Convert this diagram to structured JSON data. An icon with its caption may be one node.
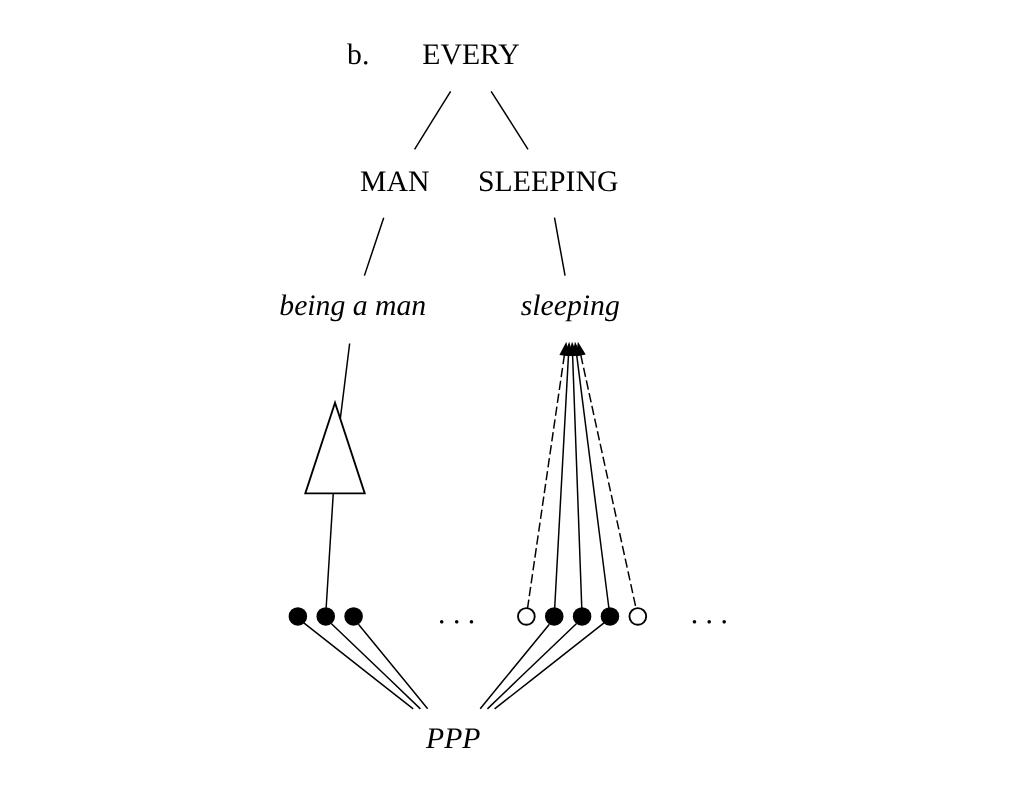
{
  "diagram": {
    "nodes": [
      {
        "text": [
          "EVERY"
        ]
      },
      {
        "text": [
          "MAN"
        ]
      },
      {
        "text": [
          "SLEEPING"
        ]
      },
      {
        "text": [
          "being a man"
        ]
      },
      {
        "text": [
          "sleeping"
        ]
      },
      {
        "text": [],
        "shape": "triangle"
      },
      {
        "text": [],
        "shape": "dot"
      },
      {
        "text": [],
        "shape": "dot"
      },
      {
        "text": [],
        "shape": "dot"
      },
      {
        "text": [],
        "shape": "circle"
      },
      {
        "text": [],
        "shape": "dot"
      },
      {
        "text": [],
        "shape": "dot"
      },
      {
        "text": [],
        "shape": "dot"
      },
      {
        "text": [],
        "shape": "circle"
      },
      {
        "text": [
          "PPP"
        ]
      }
    ],
    "edges": [
      {
        "from": 0,
        "to": 1,
        "arrow": "none"
      },
      {
        "from": 0,
        "to": 2,
        "arrow": "none"
      },
      {
        "from": 1,
        "to": 3,
        "arrow": "none"
      },
      {
        "from": 2,
        "to": 4,
        "arrow": "none"
      },
      {
        "from": 3,
        "to": 5,
        "arrow": "none"
      },
      {
        "from": 5,
        "to": 7,
        "arrow": "none"
      },
      {
        "from": 9,
        "to": 4,
        "arrow": "to",
        "style": "dashed"
      },
      {
        "from": 10,
        "to": 4,
        "arrow": "to"
      },
      {
        "from": 11,
        "to": 4,
        "arrow": "to"
      },
      {
        "from": 12,
        "to": 4,
        "arrow": "to"
      },
      {
        "from": 13,
        "to": 4,
        "arrow": "to",
        "style": "dashed"
      },
      {
        "from": 6,
        "to": 14,
        "arrow": "none"
      },
      {
        "from": 7,
        "to": 14,
        "arrow": "none"
      },
      {
        "from": 8,
        "to": 14,
        "arrow": "none"
      },
      {
        "from": 10,
        "to": 14,
        "arrow": "none"
      },
      {
        "from": 11,
        "to": 14,
        "arrow": "none"
      },
      {
        "from": 12,
        "to": 14,
        "arrow": "none"
      }
    ],
    "labels": [
      "b.",
      ". . .",
      ". . ."
    ]
  }
}
